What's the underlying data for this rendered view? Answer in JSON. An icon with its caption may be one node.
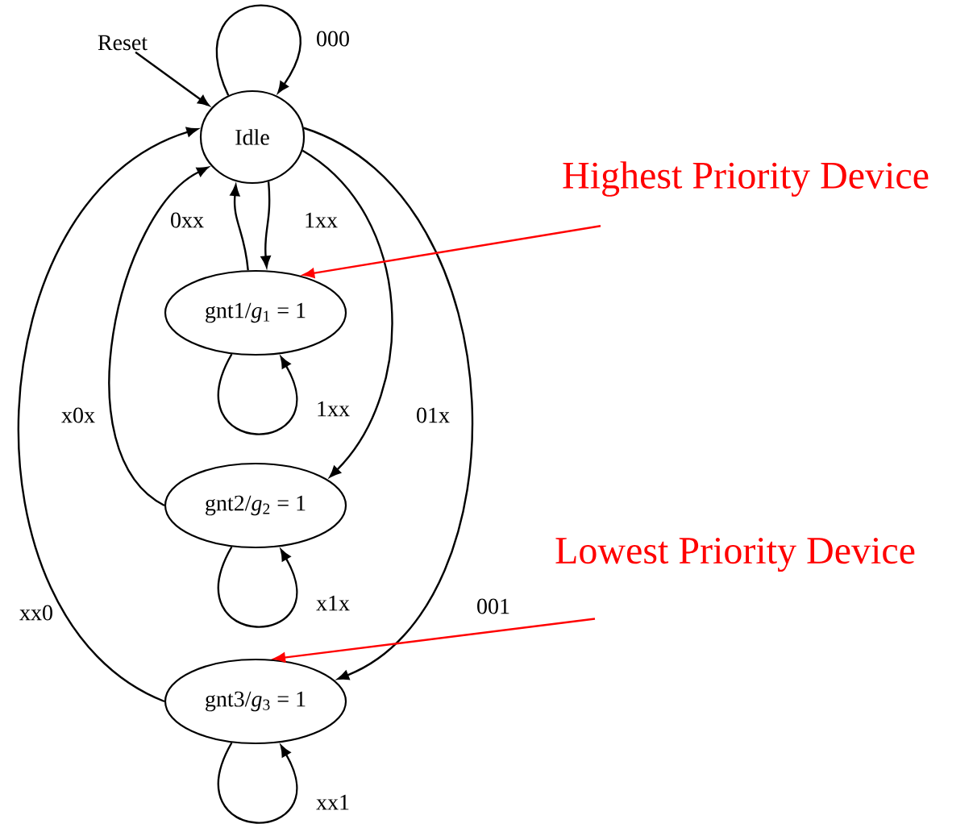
{
  "diagram": {
    "nodes": [
      {
        "text": [
          "Idle"
        ]
      },
      {
        "text": [
          "gnt1/*g*$_{1}$ = 1"
        ]
      },
      {
        "text": [
          "gnt2/*g*$_{2}$ = 1"
        ]
      },
      {
        "text": [
          "gnt3/*g*$_{3}$ = 1"
        ]
      },
      {
        "text": [
          "Reset"
        ]
      },
      {
        "text": [
          "Highest Priority Device"
        ]
      },
      {
        "text": [
          "Lowest Priority Device"
        ]
      }
    ],
    "edges": [
      {
        "from": 0,
        "to": 0,
        "arrow": "to",
        "label": "000"
      },
      {
        "from": 0,
        "to": 1,
        "arrow": "to",
        "label": "1xx"
      },
      {
        "from": 1,
        "to": 0,
        "arrow": "to",
        "label": "0xx"
      },
      {
        "from": 1,
        "to": 1,
        "arrow": "to",
        "label": "1xx"
      },
      {
        "from": 0,
        "to": 2,
        "arrow": "to",
        "label": "01x"
      },
      {
        "from": 2,
        "to": 0,
        "arrow": "to",
        "label": "x0x"
      },
      {
        "from": 2,
        "to": 2,
        "arrow": "to",
        "label": "x1x"
      },
      {
        "from": 0,
        "to": 3,
        "arrow": "to",
        "label": "001"
      },
      {
        "from": 3,
        "to": 0,
        "arrow": "to",
        "label": "xx0"
      },
      {
        "from": 3,
        "to": 3,
        "arrow": "to",
        "label": "xx1"
      },
      {
        "from": 4,
        "to": 0,
        "arrow": "to"
      },
      {
        "from": 5,
        "to": 1,
        "arrow": "to",
        "color": "#ff0000"
      },
      {
        "from": 6,
        "to": 3,
        "arrow": "to",
        "color": "#ff0000"
      }
    ]
  }
}
